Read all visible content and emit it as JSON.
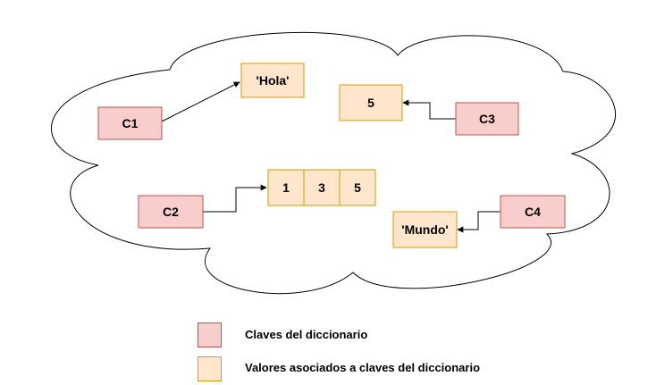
{
  "colors": {
    "key_fill": "#f8cecc",
    "key_stroke": "#b85450",
    "value_fill": "#ffe6cc",
    "value_stroke": "#d79b00",
    "line": "#000000"
  },
  "keys": {
    "c1": "C1",
    "c2": "C2",
    "c3": "C3",
    "c4": "C4"
  },
  "values": {
    "hola": "'Hola'",
    "five": "5",
    "list": [
      "1",
      "3",
      "5"
    ],
    "mundo": "'Mundo'"
  },
  "legend": {
    "keys_label": "Claves del diccionario",
    "values_label": "Valores asociados a claves del diccionario"
  }
}
